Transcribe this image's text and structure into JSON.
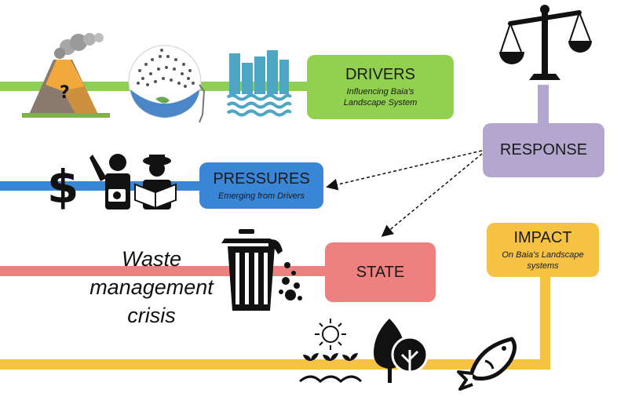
{
  "nodes": {
    "drivers": {
      "title": "DRIVERS",
      "subtitle": "Influencing Baia's\nLandscape System",
      "color": "#92d050"
    },
    "pressures": {
      "title": "PRESSURES",
      "subtitle": "Emerging from Drivers",
      "color": "#3a86d6"
    },
    "state": {
      "title": "STATE",
      "subtitle": "",
      "color": "#ee8080"
    },
    "impact": {
      "title": "IMPACT",
      "subtitle": "On Baia's Landscape\nsystems",
      "color": "#f5c244"
    },
    "response": {
      "title": "RESPONSE",
      "subtitle": "",
      "color": "#b4a7cf"
    }
  },
  "annotation": {
    "waste_text": "Waste\nmanagement\ncrisis"
  },
  "icons": {
    "drivers": [
      "volcano-icon",
      "globe-crowd-icon",
      "flooded-city-icon"
    ],
    "pressures": [
      "dollar-icon",
      "tourist-icon",
      "reader-icon"
    ],
    "state": [
      "trash-can-icon"
    ],
    "impact": [
      "plants-sun-icon",
      "trees-icon",
      "fish-icon"
    ],
    "response": [
      "scales-icon"
    ]
  }
}
